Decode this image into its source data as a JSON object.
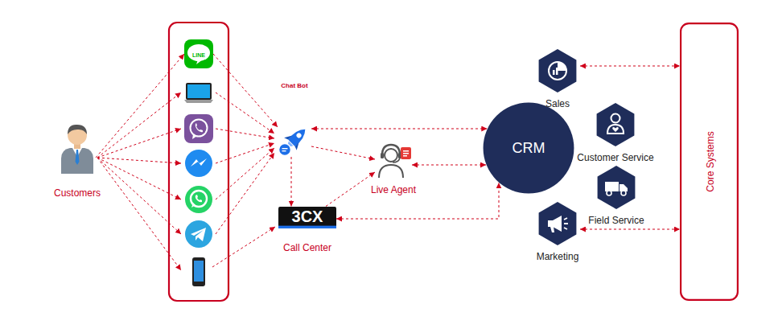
{
  "diagram": {
    "nodes": [
      {
        "text": [
          "Customers"
        ]
      },
      {
        "text": [
          "LINE"
        ]
      },
      {
        "text": [
          "Chat Bot"
        ]
      },
      {
        "text": [
          "3CX",
          "Call Center"
        ]
      },
      {
        "text": [
          "Live Agent"
        ]
      },
      {
        "text": [
          "CRM"
        ]
      },
      {
        "text": [
          "Sales"
        ]
      },
      {
        "text": [
          "Customer Service"
        ]
      },
      {
        "text": [
          "Field Service"
        ]
      },
      {
        "text": [
          "Marketing"
        ]
      },
      {
        "text": [
          "Core Systems"
        ]
      }
    ],
    "edges": [
      {
        "from": 0,
        "to": 1,
        "arrow": "to"
      },
      {
        "from": 1,
        "to": 2,
        "arrow": "to"
      },
      {
        "from": 2,
        "to": 3,
        "arrow": "to"
      },
      {
        "from": 2,
        "to": 4,
        "arrow": "to"
      },
      {
        "from": 3,
        "to": 4,
        "arrow": "to"
      },
      {
        "from": 2,
        "to": 5,
        "arrow": "both"
      },
      {
        "from": 4,
        "to": 5,
        "arrow": "both"
      },
      {
        "from": 3,
        "to": 5,
        "arrow": "both"
      },
      {
        "from": 6,
        "to": 10,
        "arrow": "both"
      },
      {
        "from": 9,
        "to": 10,
        "arrow": "both"
      }
    ]
  }
}
